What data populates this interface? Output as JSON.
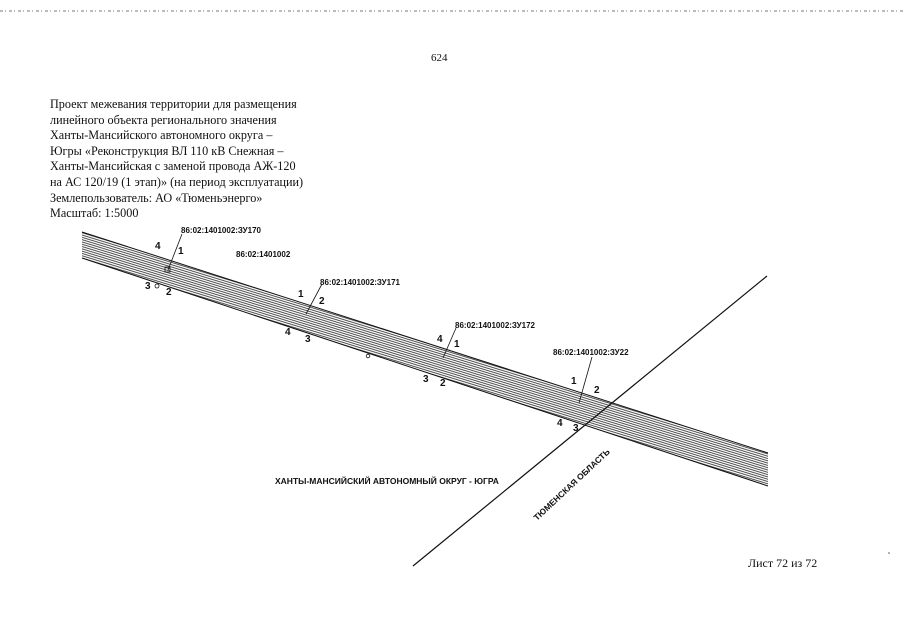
{
  "header": {
    "page_number": "624"
  },
  "title": {
    "lines": [
      "Проект межевания территории для размещения",
      "линейного объекта регионального значения",
      "Ханты-Мансийского автономного округа –",
      "Югры «Реконструкция ВЛ 110 кВ Снежная –",
      "Ханты-Мансийская с заменой провода АЖ-120",
      "на АС 120/19 (1 этап)» (на период эксплуатации)",
      "Землепользователь: АО «Тюменьэнерго»",
      "Масштаб: 1:5000"
    ]
  },
  "map": {
    "quarter_label": "86:02:1401002",
    "region_label": "ХАНТЫ-МАНСИЙСКИЙ АВТОНОМНЫЙ ОКРУГ - ЮГРА",
    "boundary_label": "ТЮМЕНСКАЯ ОБЛАСТЬ",
    "parcels": [
      {
        "id": "86:02:1401002:ЗУ170",
        "corners": [
          "4",
          "1",
          "3",
          "2"
        ]
      },
      {
        "id": "86:02:1401002:ЗУ171",
        "corners": [
          "1",
          "2",
          "4",
          "3"
        ]
      },
      {
        "id": "86:02:1401002:ЗУ172",
        "corners": [
          "4",
          "1",
          "3",
          "2"
        ]
      },
      {
        "id": "86:02:1401002:ЗУ22",
        "corners": [
          "1",
          "2",
          "4",
          "3"
        ]
      }
    ]
  },
  "footer": {
    "sheet": "Лист 72 из 72"
  }
}
